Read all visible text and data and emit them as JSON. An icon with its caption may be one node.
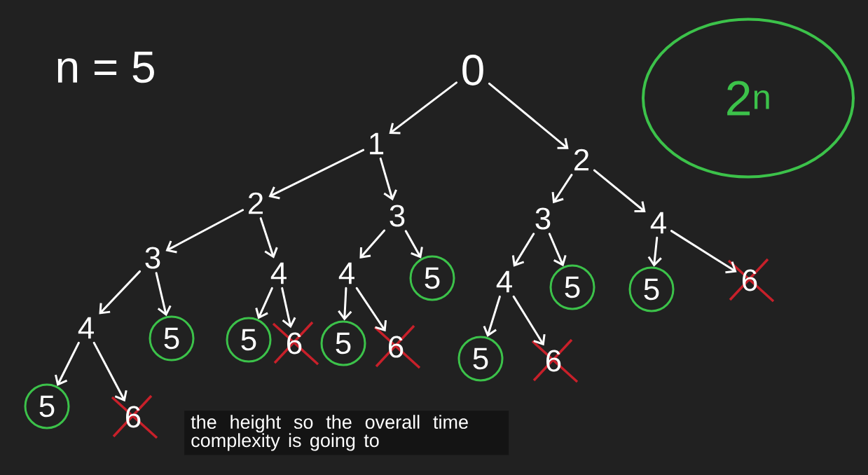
{
  "diagram": {
    "caption": "the height so the overall time complexity is going to",
    "nodes": [
      {
        "text": [
          "0"
        ]
      },
      {
        "text": [
          "1"
        ]
      },
      {
        "text": [
          "2"
        ]
      },
      {
        "text": [
          "2"
        ]
      },
      {
        "text": [
          "3"
        ]
      },
      {
        "text": [
          "3"
        ]
      },
      {
        "text": [
          "4"
        ]
      },
      {
        "text": [
          "3"
        ]
      },
      {
        "text": [
          "4"
        ]
      },
      {
        "text": [
          "4"
        ]
      },
      {
        "text": [
          "5"
        ]
      },
      {
        "text": [
          "4"
        ]
      },
      {
        "text": [
          "5"
        ]
      },
      {
        "text": [
          "5"
        ]
      },
      {
        "text": [
          "6"
        ]
      },
      {
        "text": [
          "4"
        ]
      },
      {
        "text": [
          "5"
        ]
      },
      {
        "text": [
          "5"
        ]
      },
      {
        "text": [
          "6"
        ]
      },
      {
        "text": [
          "5"
        ]
      },
      {
        "text": [
          "6"
        ]
      },
      {
        "text": [
          "5"
        ]
      },
      {
        "text": [
          "6"
        ]
      },
      {
        "text": [
          "5"
        ]
      },
      {
        "text": [
          "6"
        ]
      },
      {
        "text": [
          "2$^{n}$"
        ]
      }
    ],
    "edges": [
      {
        "from": 0,
        "to": 1,
        "arrow": "to"
      },
      {
        "from": 0,
        "to": 2,
        "arrow": "to"
      },
      {
        "from": 1,
        "to": 3,
        "arrow": "to"
      },
      {
        "from": 1,
        "to": 4,
        "arrow": "to"
      },
      {
        "from": 2,
        "to": 5,
        "arrow": "to"
      },
      {
        "from": 2,
        "to": 6,
        "arrow": "to"
      },
      {
        "from": 3,
        "to": 7,
        "arrow": "to"
      },
      {
        "from": 3,
        "to": 8,
        "arrow": "to"
      },
      {
        "from": 4,
        "to": 9,
        "arrow": "to"
      },
      {
        "from": 4,
        "to": 10,
        "arrow": "to"
      },
      {
        "from": 5,
        "to": 11,
        "arrow": "to"
      },
      {
        "from": 5,
        "to": 12,
        "arrow": "to"
      },
      {
        "from": 6,
        "to": 13,
        "arrow": "to"
      },
      {
        "from": 6,
        "to": 14,
        "arrow": "to"
      },
      {
        "from": 7,
        "to": 15,
        "arrow": "to"
      },
      {
        "from": 7,
        "to": 16,
        "arrow": "to"
      },
      {
        "from": 8,
        "to": 17,
        "arrow": "to"
      },
      {
        "from": 8,
        "to": 18,
        "arrow": "to"
      },
      {
        "from": 9,
        "to": 19,
        "arrow": "to"
      },
      {
        "from": 9,
        "to": 20,
        "arrow": "to"
      },
      {
        "from": 11,
        "to": 21,
        "arrow": "to"
      },
      {
        "from": 11,
        "to": 22,
        "arrow": "to"
      },
      {
        "from": 15,
        "to": 23,
        "arrow": "to"
      },
      {
        "from": 15,
        "to": 24,
        "arrow": "to"
      }
    ],
    "labels": [
      "n = 5"
    ]
  }
}
